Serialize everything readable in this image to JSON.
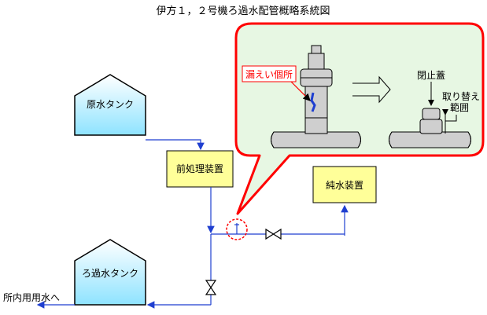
{
  "title": "伊方１，２号機ろ過水配管概略系統図",
  "labels": {
    "raw_water_tank": "原水タンク",
    "pretreatment": "前処理装置",
    "pure_water": "純水装置",
    "filtered_water_tank": "ろ過水タンク",
    "site_use": "所内用用水へ"
  },
  "callout": {
    "leak_point": "漏えい個所",
    "blind_cover": "閉止蓋",
    "replace_scope_line1": "取り替え",
    "replace_scope_line2": "範囲"
  },
  "colors": {
    "pipe_line": "#1f3fd0",
    "callout_border": "#ff0000",
    "callout_fill": "#e7f7e3",
    "tank_fill": "#bff0ff",
    "box_fill": "#ffff99",
    "leak_circle": "#ff0000",
    "pipe_metal": "#cfcfcf"
  },
  "icons": {
    "valve": "gate-valve-icon",
    "arrow": "transition-arrow-icon"
  }
}
